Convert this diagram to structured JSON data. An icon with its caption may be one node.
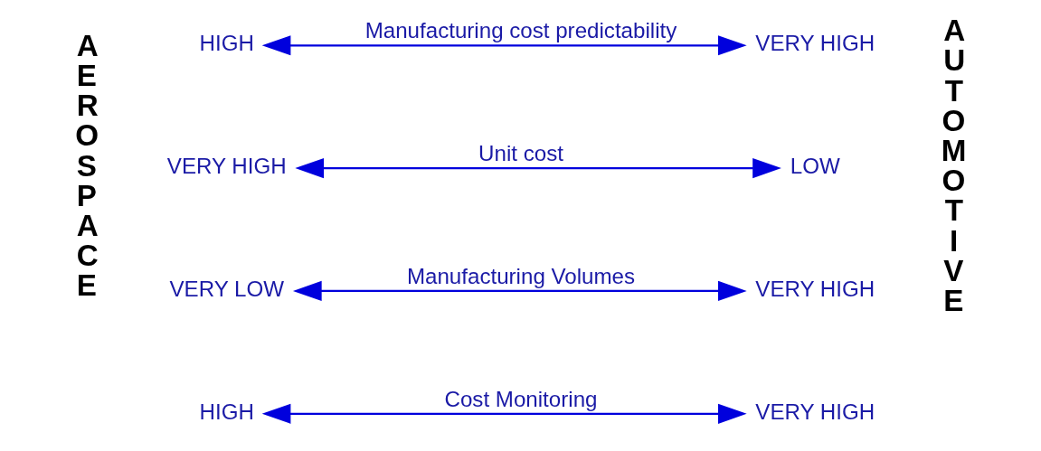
{
  "diagram": {
    "nodes": [
      {
        "text": [
          "HIGH"
        ]
      },
      {
        "text": [
          "VERY HIGH"
        ]
      },
      {
        "text": [
          "VERY LOW"
        ]
      },
      {
        "text": [
          "VERY HIGH"
        ]
      },
      {
        "text": [
          "VERY HIGH"
        ]
      },
      {
        "text": [
          "LOW"
        ]
      },
      {
        "text": [
          "HIGH"
        ]
      },
      {
        "text": [
          "VERY HIGH"
        ]
      }
    ],
    "edges": [
      {
        "from": 0,
        "to": 1,
        "arrow": "both",
        "label": "Cost Monitoring"
      },
      {
        "from": 2,
        "to": 3,
        "arrow": "both",
        "label": "Manufacturing Volumes"
      },
      {
        "from": 4,
        "to": 5,
        "arrow": "both",
        "label": "Unit cost"
      },
      {
        "from": 6,
        "to": 7,
        "arrow": "both",
        "label": "Manufacturing cost predictability"
      }
    ],
    "labels": [
      "AEROSPACE",
      "AUTOMOTIVE"
    ]
  }
}
